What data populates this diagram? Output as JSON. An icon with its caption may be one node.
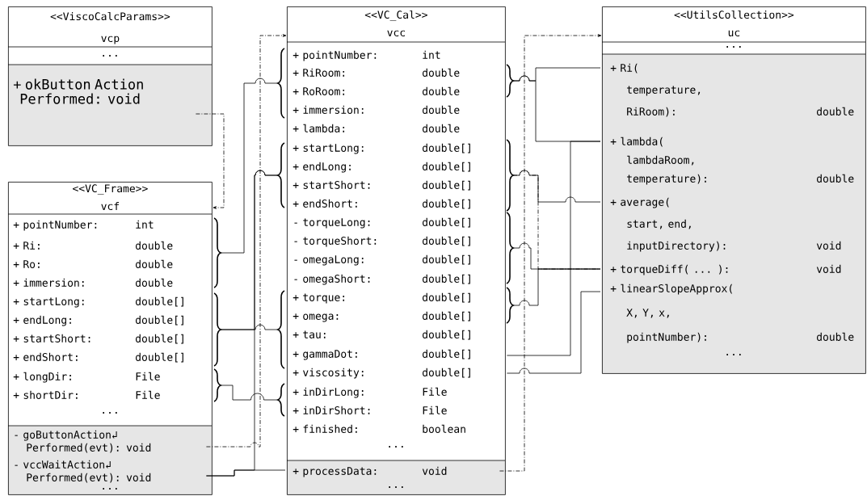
{
  "diagram": {
    "nodes": [
      {
        "text": [
          "<<ViscoCalcParams>>",
          "vcp"
        ]
      },
      {
        "text": [
          "+ okButton Action Performed: void"
        ],
        "in": 0
      },
      {
        "text": [
          "<<VC_Cal>>",
          "vcc"
        ]
      },
      {
        "text": [
          "+ pointNumber:",
          "int"
        ],
        "in": 2
      },
      {
        "text": [
          "+ RiRoom:",
          "double"
        ],
        "in": 2
      },
      {
        "text": [
          "+ RoRoom:",
          "double"
        ],
        "in": 2
      },
      {
        "text": [
          "+ immersion:",
          "double"
        ],
        "in": 2
      },
      {
        "text": [
          "+ lambda:",
          "double"
        ],
        "in": 2
      },
      {
        "text": [
          "+ startLong:",
          "double[]"
        ],
        "in": 2
      },
      {
        "text": [
          "+ endLong:",
          "double[]"
        ],
        "in": 2
      },
      {
        "text": [
          "+ startShort:",
          "double[]"
        ],
        "in": 2
      },
      {
        "text": [
          "+ endShort:",
          "double[]"
        ],
        "in": 2
      },
      {
        "text": [
          "- torqueLong:",
          "double[]"
        ],
        "in": 2
      },
      {
        "text": [
          "- torqueShort:",
          "double[]"
        ],
        "in": 2
      },
      {
        "text": [
          "- omegaLong:",
          "double[]"
        ],
        "in": 2
      },
      {
        "text": [
          "- omegaShort:",
          "double[]"
        ],
        "in": 2
      },
      {
        "text": [
          "+ torque:",
          "double[]"
        ],
        "in": 2
      },
      {
        "text": [
          "+ omega:",
          "double[]"
        ],
        "in": 2
      },
      {
        "text": [
          "+ tau:",
          "double[]"
        ],
        "in": 2
      },
      {
        "text": [
          "+ gammaDot:",
          "double[]"
        ],
        "in": 2
      },
      {
        "text": [
          "+ viscosity:",
          "double[]"
        ],
        "in": 2
      },
      {
        "text": [
          "+ inDirLong:",
          "File"
        ],
        "in": 2
      },
      {
        "text": [
          "+ inDirShort:",
          "File"
        ],
        "in": 2
      },
      {
        "text": [
          "+ finished:",
          "boolean"
        ],
        "in": 2
      },
      {
        "text": [
          "+ processData:",
          "void"
        ],
        "in": 2
      },
      {
        "text": [
          "<<UtilsCollection>>",
          "uc"
        ]
      },
      {
        "text": [
          "+ Ri( temperature, RiRoom):",
          "double"
        ],
        "in": 25
      },
      {
        "text": [
          "+ lambda( lambdaRoom, temperature):",
          "double"
        ],
        "in": 25
      },
      {
        "text": [
          "+ average( start, end, inputDirectory):",
          "void"
        ],
        "in": 25
      },
      {
        "text": [
          "+ torqueDiff( ... ):",
          "void"
        ],
        "in": 25
      },
      {
        "text": [
          "+ linearSlopeApprox( X, Y, x, pointNumber):",
          "double"
        ],
        "in": 25
      },
      {
        "text": [
          "<<VC_Frame>>",
          "vcf"
        ]
      },
      {
        "text": [
          "+ pointNumber:",
          "int"
        ],
        "in": 31
      },
      {
        "text": [
          "+ Ri:",
          "double"
        ],
        "in": 31
      },
      {
        "text": [
          "+ Ro:",
          "double"
        ],
        "in": 31
      },
      {
        "text": [
          "+ immersion:",
          "double"
        ],
        "in": 31
      },
      {
        "text": [
          "+ startLong:",
          "double[]"
        ],
        "in": 31
      },
      {
        "text": [
          "+ endLong:",
          "double[]"
        ],
        "in": 31
      },
      {
        "text": [
          "+ startShort:",
          "double[]"
        ],
        "in": 31
      },
      {
        "text": [
          "+ endShort:",
          "double[]"
        ],
        "in": 31
      },
      {
        "text": [
          "+ longDir:",
          "File"
        ],
        "in": 31
      },
      {
        "text": [
          "+ shortDir:",
          "File"
        ],
        "in": 31
      },
      {
        "text": [
          "- goButtonAction↲ Performed(evt): void"
        ],
        "in": 31
      },
      {
        "text": [
          "- vccWaitAction↲ Performed(evt): void"
        ],
        "in": 31
      },
      {
        "text": [],
        "shape": "brace"
      },
      {
        "text": [],
        "shape": "brace"
      },
      {
        "text": [],
        "shape": "brace"
      },
      {
        "text": [],
        "shape": "brace"
      },
      {
        "text": [],
        "shape": "brace"
      },
      {
        "text": [],
        "shape": "brace"
      },
      {
        "text": [],
        "shape": "brace"
      },
      {
        "text": [],
        "shape": "brace"
      },
      {
        "text": [],
        "shape": "brace"
      },
      {
        "text": [],
        "shape": "brace"
      },
      {
        "text": [],
        "shape": "brace"
      }
    ],
    "edges": [
      {
        "from": 44,
        "to": 47,
        "arrow": "none"
      },
      {
        "from": 45,
        "to": 48,
        "arrow": "none"
      },
      {
        "from": 45,
        "to": 49,
        "arrow": "none"
      },
      {
        "from": 43,
        "to": 24,
        "arrow": "none"
      },
      {
        "from": 43,
        "to": 48,
        "arrow": "none"
      },
      {
        "from": 46,
        "to": 50,
        "arrow": "none"
      },
      {
        "from": 1,
        "to": 31,
        "arrow": "to",
        "style": "dashed"
      },
      {
        "from": 42,
        "to": 2,
        "arrow": "to",
        "style": "dashed"
      },
      {
        "from": 24,
        "to": 25,
        "arrow": "to",
        "style": "dashed"
      },
      {
        "from": 51,
        "to": 26,
        "arrow": "none"
      },
      {
        "from": 51,
        "to": 27,
        "arrow": "none"
      },
      {
        "from": 19,
        "to": 27,
        "arrow": "none"
      },
      {
        "from": 52,
        "to": 28,
        "arrow": "none"
      },
      {
        "from": 52,
        "to": 29,
        "arrow": "none",
        "style": "dashed"
      },
      {
        "from": 53,
        "to": 29,
        "arrow": "none"
      },
      {
        "from": 54,
        "to": 29,
        "arrow": "none"
      },
      {
        "from": 20,
        "to": 30,
        "arrow": "none"
      }
    ],
    "labels": [
      "...",
      "...",
      "...",
      "...",
      "...",
      "...",
      "..."
    ]
  }
}
